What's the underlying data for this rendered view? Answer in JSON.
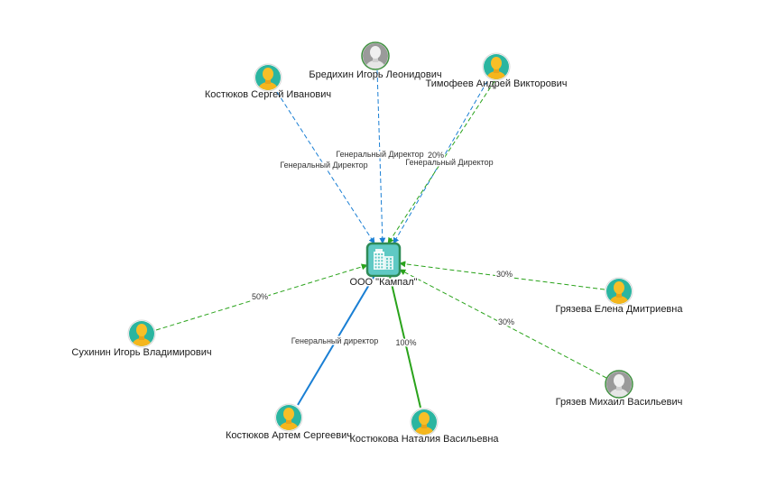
{
  "center": {
    "label": "ООО \"Кампал\"",
    "icon": "building-icon"
  },
  "people": [
    {
      "id": "kostyukov-s",
      "name": "Костюков Сергей Иванович",
      "status": "active"
    },
    {
      "id": "bredikhin",
      "name": "Бредихин Игорь Леонидович",
      "status": "inactive"
    },
    {
      "id": "timofeev",
      "name": "Тимофеев Андрей Викторович",
      "status": "active"
    },
    {
      "id": "sukhinin",
      "name": "Сухинин Игорь Владимирович",
      "status": "active"
    },
    {
      "id": "gryazeva",
      "name": "Грязева Елена Дмитриевна",
      "status": "active"
    },
    {
      "id": "gryazev",
      "name": "Грязев Михаил Васильевич",
      "status": "inactive"
    },
    {
      "id": "kostyukov-a",
      "name": "Костюков Артем Сергеевич",
      "status": "active"
    },
    {
      "id": "kostyukova",
      "name": "Костюкова Наталия Васильевна",
      "status": "active"
    }
  ],
  "edges": [
    {
      "from": "kostyukov-s",
      "kind": "director",
      "style": "dashed",
      "label": "Генеральный Директор"
    },
    {
      "from": "bredikhin",
      "kind": "director",
      "style": "dashed",
      "label": "Генеральный Директор"
    },
    {
      "from": "timofeev",
      "kind": "director",
      "style": "dashed",
      "label": "Генеральный Директор"
    },
    {
      "from": "timofeev",
      "kind": "share",
      "style": "dashed",
      "label": "20%"
    },
    {
      "from": "sukhinin",
      "kind": "share",
      "style": "dashed",
      "label": "50%"
    },
    {
      "from": "gryazeva",
      "kind": "share",
      "style": "dashed",
      "label": "30%"
    },
    {
      "from": "gryazev",
      "kind": "share",
      "style": "dashed",
      "label": "30%"
    },
    {
      "from": "kostyukov-a",
      "kind": "director",
      "style": "solid",
      "label": "Генеральный директор"
    },
    {
      "from": "kostyukova",
      "kind": "share",
      "style": "solid",
      "label": "100%"
    }
  ],
  "colors": {
    "director": "#1a7fd4",
    "share": "#2aa31b",
    "avatar_active_bg": "#2bb5a0",
    "avatar_inactive_bg": "#9a9a9a",
    "center_fill": "#5fc9c4",
    "center_border": "#2e8b57"
  }
}
